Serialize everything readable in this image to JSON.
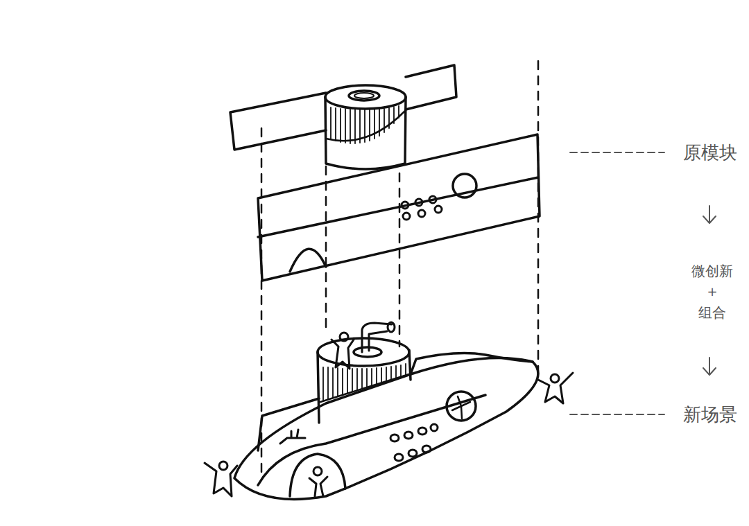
{
  "diagram": {
    "labels": [
      "原模块",
      "微创新",
      "+",
      "组合",
      "新场景"
    ]
  }
}
